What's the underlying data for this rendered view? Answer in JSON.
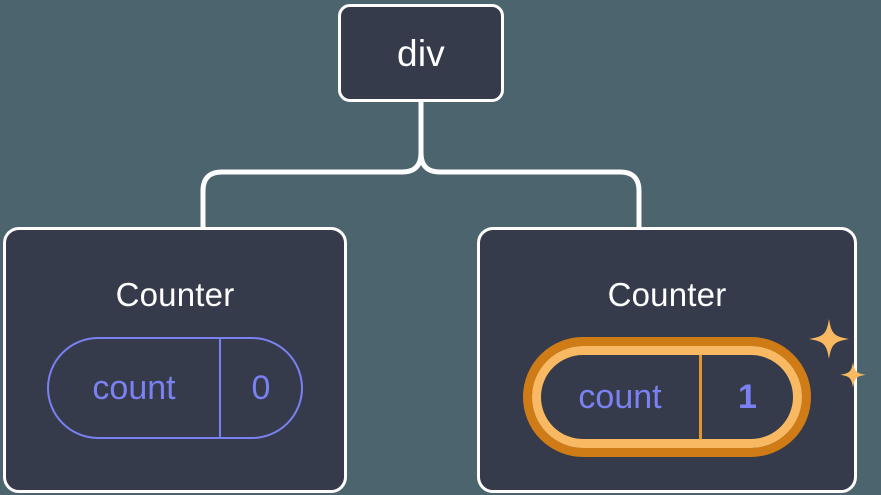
{
  "diagram": {
    "title": "React component tree with highlighted state update",
    "background_color": "#4c646e",
    "node_fill_color": "#353b4a",
    "node_border_color": "#fdfdfd",
    "connector_color": "#fdfdfd",
    "state_color": "#7b80f2",
    "highlight_outer_color": "#cf7c16",
    "highlight_inner_color": "#f9b962"
  },
  "root": {
    "tag": "div"
  },
  "children": [
    {
      "title": "Counter",
      "state": {
        "key": "count",
        "value": "0"
      },
      "highlighted": false
    },
    {
      "title": "Counter",
      "state": {
        "key": "count",
        "value": "1"
      },
      "highlighted": true,
      "sparkle_icon": "sparkles-icon"
    }
  ]
}
